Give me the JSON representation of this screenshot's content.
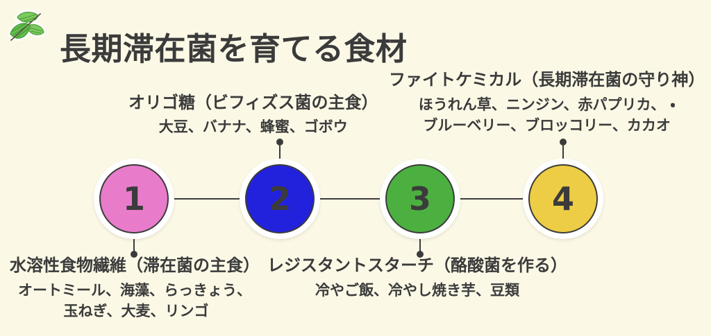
{
  "header": {
    "title": "長期滞在菌を育てる食材",
    "icon": "herb-leaf-icon"
  },
  "theme": {
    "background": "#fbf8e6",
    "text": "#3b3b3b",
    "ring": "#ffffff",
    "connector": "#3b3b3b"
  },
  "steps": [
    {
      "number": "1",
      "color": "#e87ccb",
      "heading": "水溶性食物繊維（滞在菌の主食）",
      "items_line1": "オートミール、海藻、らっきょう、",
      "items_line2": "玉ねぎ、大麦、リンゴ",
      "label_position": "below"
    },
    {
      "number": "2",
      "color": "#2222dd",
      "heading": "オリゴ糖（ビフィズス菌の主食）",
      "items_line1": "大豆、バナナ、蜂蜜、ゴボウ",
      "items_line2": "",
      "label_position": "above"
    },
    {
      "number": "3",
      "color": "#4cb040",
      "heading": "レジスタントスターチ（酪酸菌を作る）",
      "items_line1": "冷やご飯、冷やし焼き芋、豆類",
      "items_line2": "",
      "label_position": "below"
    },
    {
      "number": "4",
      "color": "#edcd45",
      "heading": "ファイトケミカル（長期滞在菌の守り神）",
      "items_line1": "ほうれん草、ニンジン、赤パプリカ、 ・",
      "items_line2": "ブルーベリー、ブロッコリー、カカオ",
      "label_position": "above"
    }
  ]
}
